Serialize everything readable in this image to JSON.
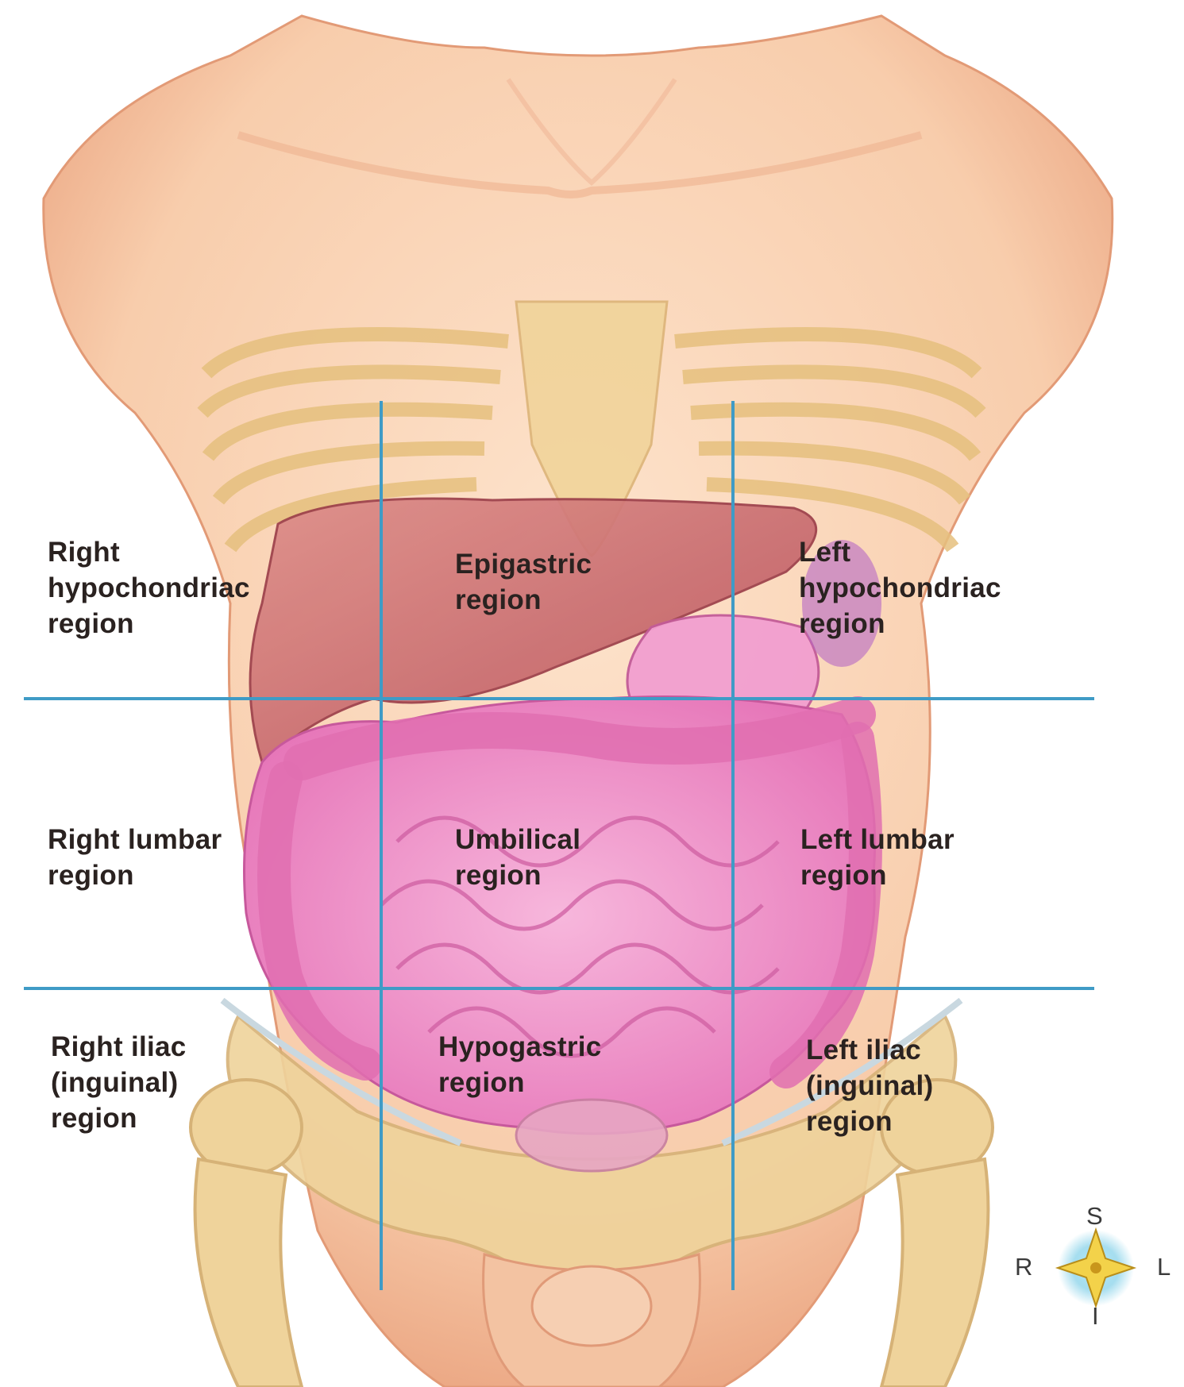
{
  "regions": {
    "right_hypochondriac": "Right\nhypochondriac\nregion",
    "epigastric": "Epigastric\nregion",
    "left_hypochondriac": "Left\nhypochondriac\nregion",
    "right_lumbar": "Right lumbar\nregion",
    "umbilical": "Umbilical\nregion",
    "left_lumbar": "Left lumbar\nregion",
    "right_iliac": "Right iliac\n(inguinal)\nregion",
    "hypogastric": "Hypogastric\nregion",
    "left_iliac": "Left iliac\n(inguinal)\nregion"
  },
  "compass": {
    "superior": "S",
    "inferior": "I",
    "right": "R",
    "left": "L"
  },
  "colors": {
    "skin": "#f7cfb0",
    "skin_shadow": "#e9a27e",
    "bone": "#efd59a",
    "liver": "#c9646a",
    "intestine": "#ef8fc6",
    "grid_line": "#3f9bc6"
  }
}
